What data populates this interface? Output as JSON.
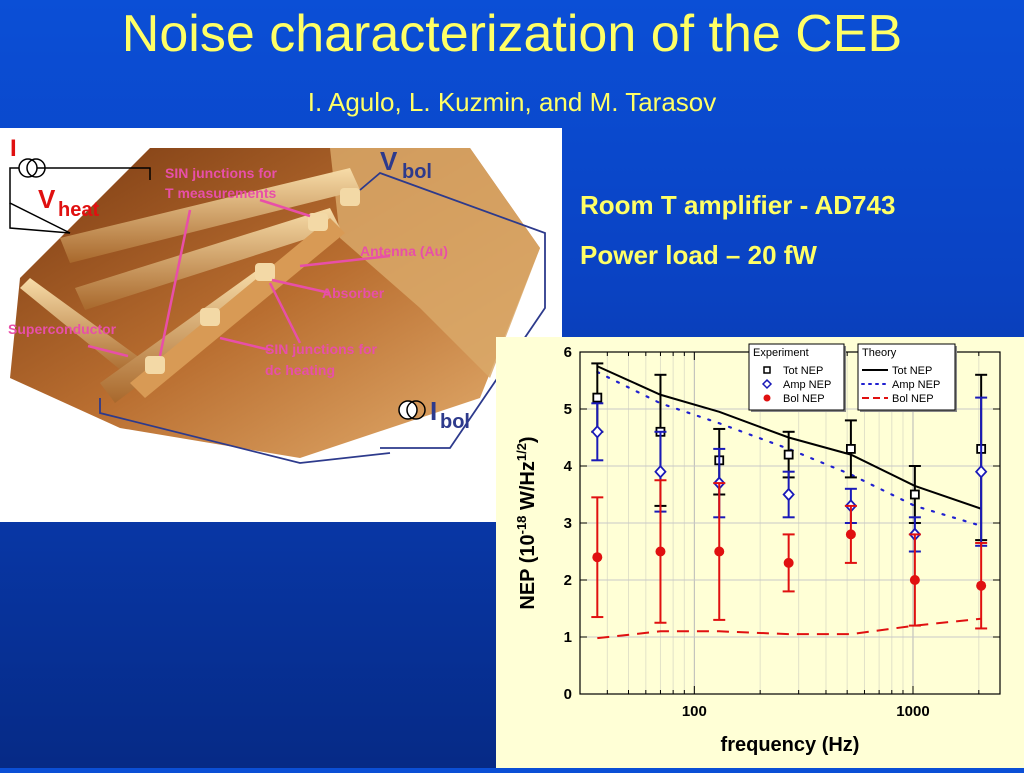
{
  "slide": {
    "title": "Noise characterization of the CEB",
    "authors": "I. Agulo, L. Kuzmin, and M. Tarasov",
    "bullets": [
      "Room T amplifier - AD743",
      "Power load – 20 fW"
    ],
    "colors": {
      "background": "#0a43c4",
      "text": "#ffff66"
    }
  },
  "figure": {
    "labels": {
      "i_source": "I",
      "v_heat_main": "V",
      "v_heat_sub": "heat",
      "v_bol_main": "V",
      "v_bol_sub": "bol",
      "i_bol_main": "I",
      "i_bol_sub": "bol",
      "sin_t": [
        "SIN junctions for",
        "T measurements"
      ],
      "antenna": "Antenna (Au)",
      "absorber": "Absorber",
      "superconductor": "Superconductor",
      "sin_dc": [
        "SIN junctions for",
        "dc heating"
      ]
    },
    "colors": {
      "annotation": "#e84fa8",
      "wire": "#2d3a8c",
      "substrate": "#c78a4a"
    }
  },
  "chart_data": {
    "type": "scatter",
    "xlabel": "frequency (Hz)",
    "ylabel_main": "NEP (10",
    "ylabel_exp1": "-18",
    "ylabel_mid": " W/Hz",
    "ylabel_exp2": "1/2",
    "ylabel_end": ")",
    "x_scale": "log",
    "xlim": [
      30,
      2500
    ],
    "ylim": [
      0,
      6
    ],
    "x_ticks": [
      100,
      1000
    ],
    "x_tick_labels": [
      "100",
      "1000"
    ],
    "y_ticks": [
      0,
      1,
      2,
      3,
      4,
      5,
      6
    ],
    "y_tick_labels": [
      "0",
      "1",
      "2",
      "3",
      "4",
      "5",
      "6"
    ],
    "grid": true,
    "legends": [
      {
        "title": "Experiment",
        "entries": [
          "Tot NEP",
          "Amp NEP",
          "Bol NEP"
        ]
      },
      {
        "title": "Theory",
        "entries": [
          "Tot NEP",
          "Amp NEP",
          "Bol NEP"
        ]
      }
    ],
    "x": [
      36,
      70,
      130,
      270,
      520,
      1020,
      2050
    ],
    "experiment": [
      {
        "name": "Tot NEP",
        "marker": "square",
        "color": "#000000",
        "values": [
          5.2,
          4.6,
          4.1,
          4.2,
          4.3,
          3.5,
          4.3
        ],
        "err_low": [
          4.6,
          3.3,
          3.5,
          3.8,
          3.8,
          3.0,
          2.7
        ],
        "err_high": [
          5.8,
          5.6,
          4.65,
          4.6,
          4.8,
          4.0,
          5.6
        ]
      },
      {
        "name": "Amp NEP",
        "marker": "diamond",
        "color": "#1a1ab8",
        "values": [
          4.6,
          3.9,
          3.7,
          3.5,
          3.3,
          2.8,
          3.9
        ],
        "err_low": [
          4.1,
          3.2,
          3.1,
          3.1,
          3.0,
          2.5,
          2.6
        ],
        "err_high": [
          5.1,
          4.6,
          4.3,
          3.9,
          3.6,
          3.1,
          5.2
        ]
      },
      {
        "name": "Bol NEP",
        "marker": "circle",
        "color": "#e01010",
        "values": [
          2.4,
          2.5,
          2.5,
          2.3,
          2.8,
          2.0,
          1.9
        ],
        "err_low": [
          1.35,
          1.25,
          1.3,
          1.8,
          2.3,
          1.2,
          1.15
        ],
        "err_high": [
          3.45,
          3.75,
          3.7,
          2.8,
          3.3,
          2.8,
          2.65
        ]
      }
    ],
    "theory": [
      {
        "name": "Tot NEP",
        "style": "solid",
        "color": "#000000",
        "x": [
          36,
          70,
          130,
          270,
          520,
          1020,
          2050
        ],
        "values": [
          5.75,
          5.25,
          4.95,
          4.5,
          4.2,
          3.65,
          3.25
        ]
      },
      {
        "name": "Amp NEP",
        "style": "dotted",
        "color": "#2020d0",
        "x": [
          36,
          70,
          130,
          270,
          520,
          1020,
          2050
        ],
        "values": [
          5.65,
          5.1,
          4.75,
          4.3,
          3.85,
          3.3,
          2.95
        ]
      },
      {
        "name": "Bol NEP",
        "style": "dashed",
        "color": "#e01010",
        "x": [
          36,
          70,
          130,
          270,
          520,
          1020,
          2050
        ],
        "values": [
          0.98,
          1.1,
          1.1,
          1.05,
          1.05,
          1.2,
          1.32
        ]
      }
    ]
  }
}
